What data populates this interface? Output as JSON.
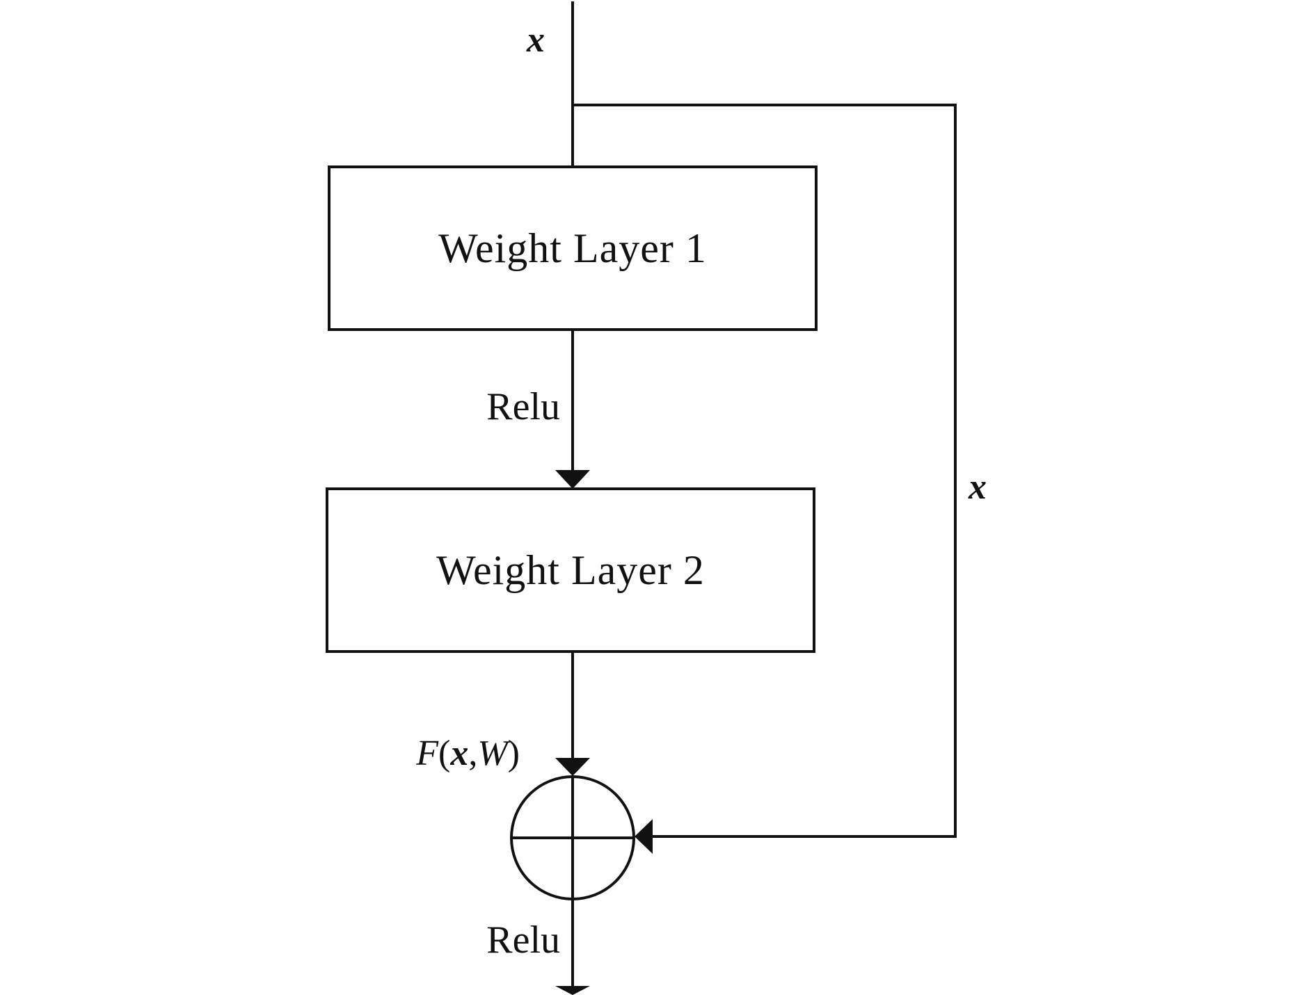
{
  "diagram": {
    "input_label": "x",
    "skip_label": "x",
    "box1_label": "Weight Layer 1",
    "box2_label": "Weight Layer 2",
    "relu_label_1": "Relu",
    "relu_label_2": "Relu",
    "residual_label": {
      "F": "F",
      "open": "(",
      "x": "x",
      "comma": ",",
      "W": "W",
      "close": ")"
    },
    "adder_symbol": "plus-circle-icon"
  }
}
